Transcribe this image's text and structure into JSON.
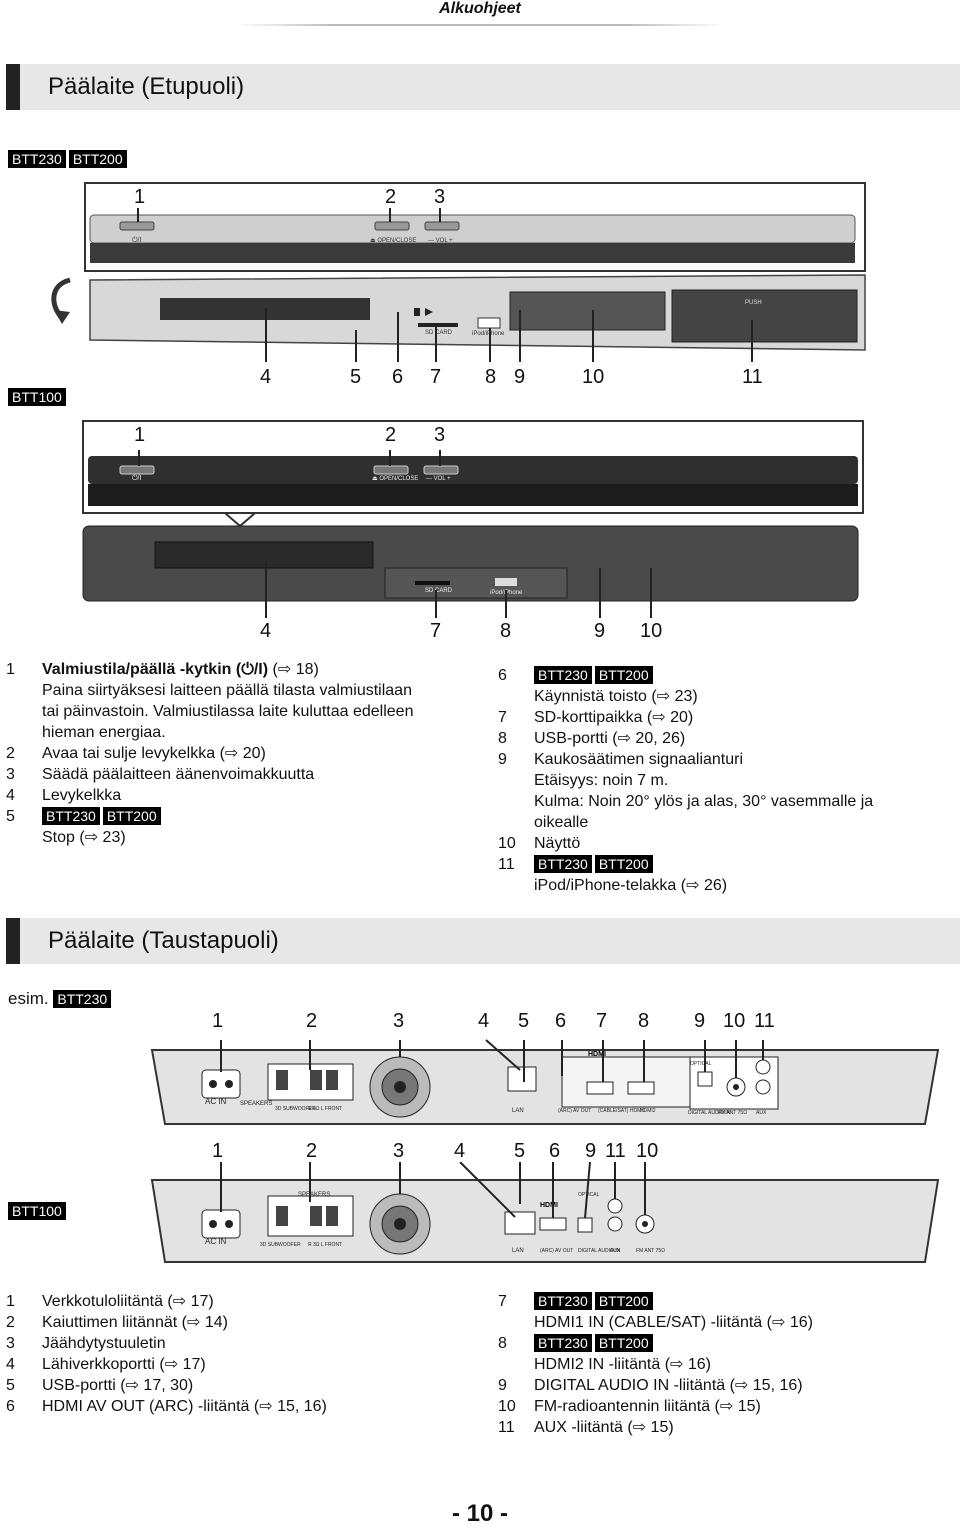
{
  "header": {
    "title": "Alkuohjeet"
  },
  "front": {
    "title": "Päälaite (Etupuoli)",
    "models_top": [
      "BTT230",
      "BTT200"
    ],
    "model_bottom": "BTT100",
    "callouts_top_upper": [
      "1",
      "2",
      "3"
    ],
    "callouts_top_lower": [
      "4",
      "5",
      "6",
      "7",
      "8",
      "9",
      "10",
      "11"
    ],
    "callouts_bottom_upper": [
      "1",
      "2",
      "3"
    ],
    "callouts_bottom_lower": [
      "4",
      "7",
      "8",
      "9",
      "10"
    ],
    "device_labels": {
      "power": "⏻/I",
      "open_close": "⏏ OPEN/CLOSE",
      "vol": "— VOL +",
      "sd_card": "SD CARD",
      "ipod": "iPod/iPhone",
      "push": "PUSH"
    },
    "items_left": [
      {
        "n": "1",
        "bold": "Valmiustila/päällä -kytkin (⏻/I)",
        "text": " (⇨ 18)"
      },
      {
        "n": "",
        "bold": "",
        "text": "Paina siirtyäksesi laitteen päällä tilasta valmiustilaan"
      },
      {
        "n": "",
        "bold": "",
        "text": "tai päinvastoin. Valmiustilassa laite kuluttaa edelleen"
      },
      {
        "n": "",
        "bold": "",
        "text": "hieman energiaa."
      },
      {
        "n": "2",
        "bold": "",
        "text": "Avaa tai sulje levykelkka (⇨ 20)"
      },
      {
        "n": "3",
        "bold": "",
        "text": "Säädä päälaitteen äänenvoimakkuutta"
      },
      {
        "n": "4",
        "bold": "",
        "text": "Levykelkka"
      },
      {
        "n": "5",
        "bold": "",
        "text": "",
        "badges": [
          "BTT230",
          "BTT200"
        ]
      },
      {
        "n": "",
        "bold": "",
        "text": "Stop (⇨ 23)"
      }
    ],
    "items_right": [
      {
        "n": "6",
        "text": "",
        "badges": [
          "BTT230",
          "BTT200"
        ]
      },
      {
        "n": "",
        "text": "Käynnistä toisto (⇨ 23)"
      },
      {
        "n": "7",
        "text": "SD-korttipaikka (⇨ 20)"
      },
      {
        "n": "8",
        "text": "USB-portti (⇨ 20, 26)"
      },
      {
        "n": "9",
        "text": "Kaukosäätimen signaalianturi"
      },
      {
        "n": "",
        "text": "Etäisyys: noin 7 m."
      },
      {
        "n": "",
        "text": "Kulma: Noin 20° ylös ja alas, 30° vasemmalle ja"
      },
      {
        "n": "",
        "text": "oikealle"
      },
      {
        "n": "10",
        "text": "Näyttö"
      },
      {
        "n": "11",
        "text": "",
        "badges": [
          "BTT230",
          "BTT200"
        ]
      },
      {
        "n": "",
        "text": "iPod/iPhone-telakka (⇨ 26)"
      }
    ]
  },
  "rear": {
    "title": "Päälaite (Taustapuoli)",
    "esim": "esim.",
    "model_top": "BTT230",
    "model_bottom": "BTT100",
    "callouts_top": [
      "1",
      "2",
      "3",
      "4",
      "5",
      "6",
      "7",
      "8",
      "9",
      "10",
      "11"
    ],
    "callouts_bottom": [
      "1",
      "2",
      "3",
      "4",
      "5",
      "6",
      "9",
      "11",
      "10"
    ],
    "device_labels": {
      "ac_in": "AC IN",
      "speakers": "SPEAKERS",
      "subwoofer": "3D SUBWOOFER",
      "front": "R 6Ω L FRONT",
      "front_100": "R 3Ω L FRONT",
      "lan": "LAN",
      "hdmi": "HDMI",
      "av_out": "(ARC) AV OUT",
      "hdmi1": "(CABLE/SAT) HDMI1",
      "hdmi2": "HDMI2",
      "optical": "OPTICAL",
      "digital_audio_in": "DIGITAL AUDIO IN",
      "fm_ant": "FM ANT 75Ω",
      "aux": "AUX"
    },
    "items_left": [
      {
        "n": "1",
        "text": "Verkkotuloliitäntä (⇨ 17)"
      },
      {
        "n": "2",
        "text": "Kaiuttimen liitännät (⇨ 14)"
      },
      {
        "n": "3",
        "text": "Jäähdytystuuletin"
      },
      {
        "n": "4",
        "text": "Lähiverkkoportti (⇨ 17)"
      },
      {
        "n": "5",
        "text": "USB-portti (⇨ 17, 30)"
      },
      {
        "n": "6",
        "text": "HDMI AV OUT (ARC) -liitäntä (⇨ 15, 16)"
      }
    ],
    "items_right": [
      {
        "n": "7",
        "text": "",
        "badges": [
          "BTT230",
          "BTT200"
        ]
      },
      {
        "n": "",
        "text": "HDMI1 IN (CABLE/SAT) -liitäntä (⇨ 16)"
      },
      {
        "n": "8",
        "text": "",
        "badges": [
          "BTT230",
          "BTT200"
        ]
      },
      {
        "n": "",
        "text": "HDMI2 IN -liitäntä (⇨ 16)"
      },
      {
        "n": "9",
        "text": "DIGITAL AUDIO IN -liitäntä (⇨ 15, 16)"
      },
      {
        "n": "10",
        "text": "FM-radioantennin liitäntä (⇨ 15)"
      },
      {
        "n": "11",
        "text": "AUX -liitäntä (⇨ 15)"
      }
    ]
  },
  "footer": {
    "page": "- 10 -"
  }
}
